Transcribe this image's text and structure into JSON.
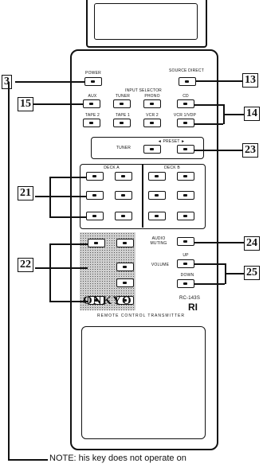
{
  "callouts": [
    "3",
    "13",
    "14",
    "15",
    "23",
    "21",
    "24",
    "22",
    "25"
  ],
  "labels": {
    "power": "POWER",
    "source_direct": "SOURCE DIRECT",
    "input_selector": "INPUT SELECTOR",
    "aux": "AUX",
    "tuner_in": "TUNER",
    "phono": "PHONO",
    "cd": "CD",
    "tape2": "TAPE 2",
    "tape1": "TAPE 1",
    "vcr2": "VCR 2",
    "vcr1": "VCR 1/VDP",
    "tuner": "TUNER",
    "preset": "◄ PRESET ►",
    "deck_a": "DECK A",
    "deck_b": "DECK B",
    "audio_muting": "AUDIO MUTING",
    "volume": "VOLUME",
    "up": "UP",
    "down": "DOWN",
    "brand": "ONKYO",
    "model": "RC-143S",
    "model_mark": "RI",
    "subtitle": "REMOTE CONTROL TRANSMITTER"
  },
  "note": "NOTE: his key does not operate on"
}
